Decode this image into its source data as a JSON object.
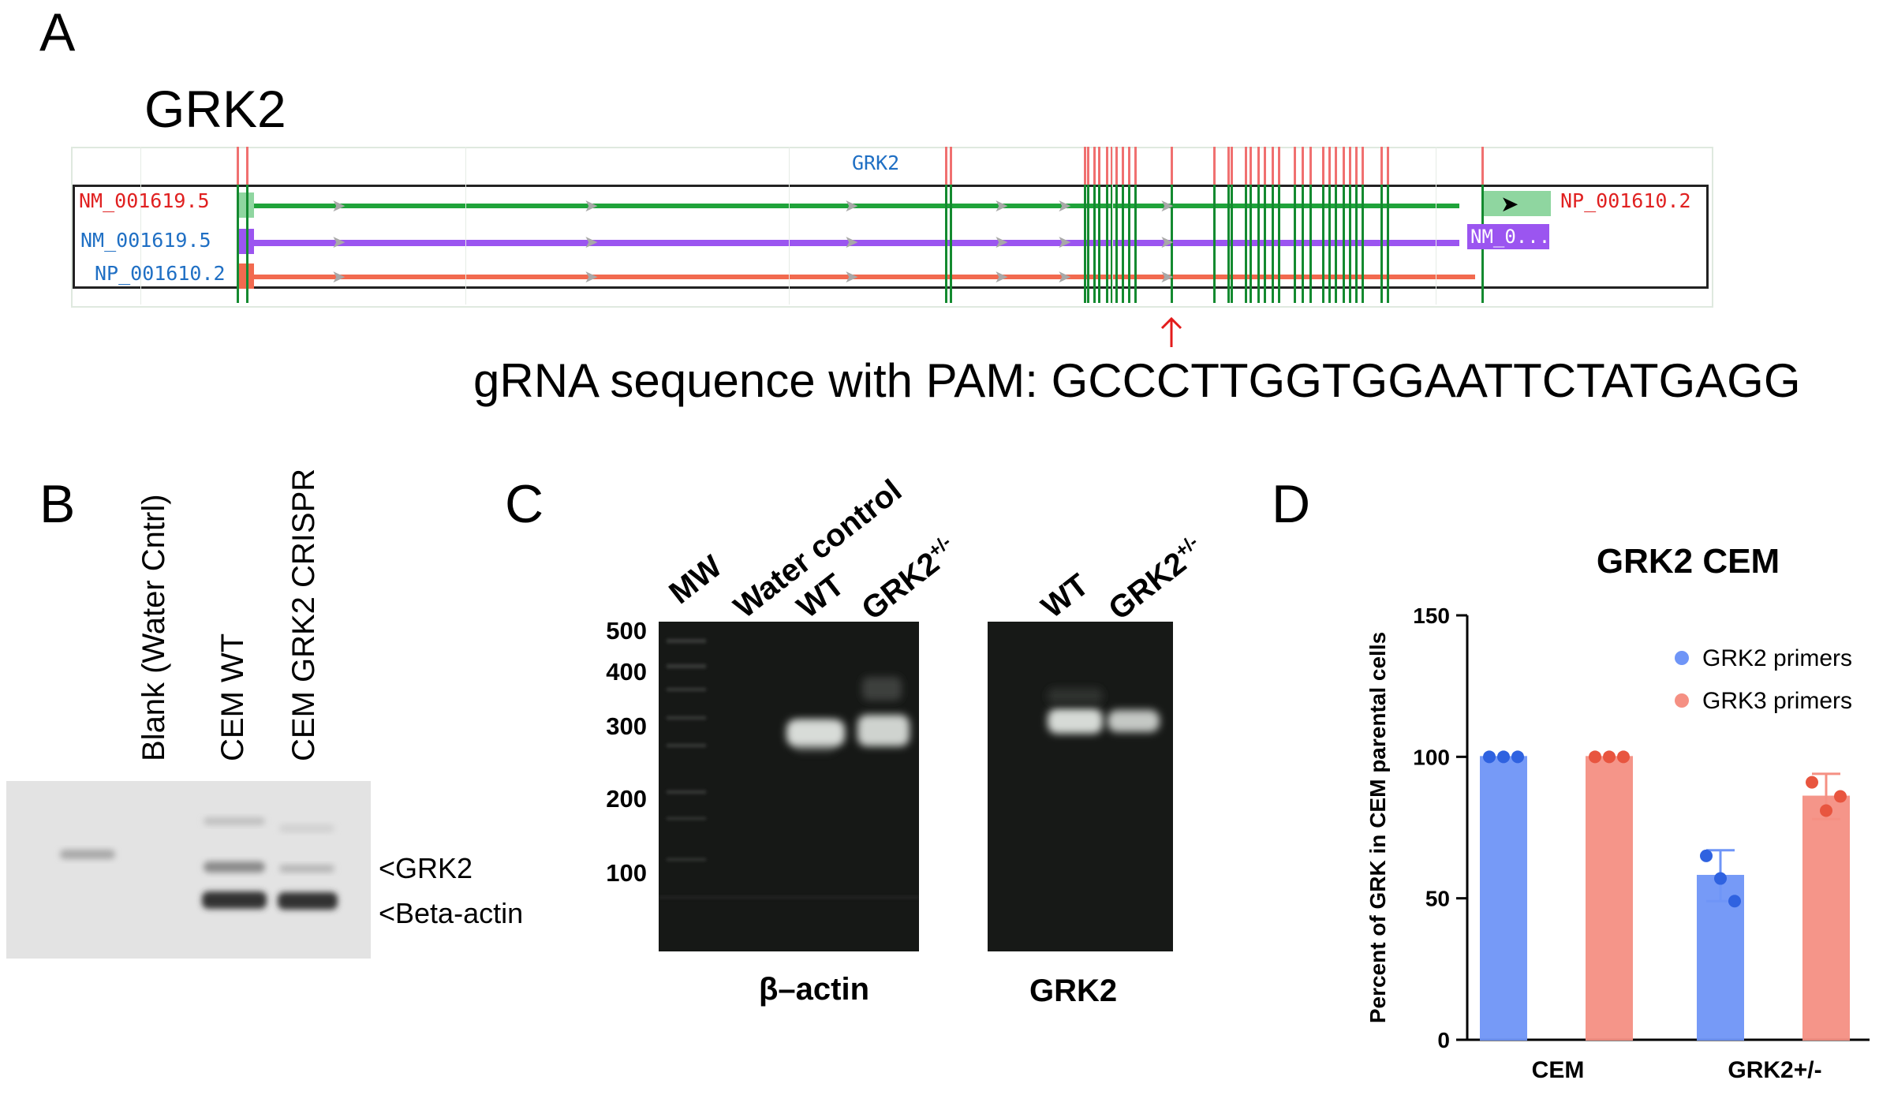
{
  "panel_a": {
    "letter": "A",
    "gene_title": "GRK2",
    "track_header": "GRK2",
    "tracks": [
      {
        "label": "NM_001619.5",
        "label_color": "#e02020",
        "line_color": "#1fa33a"
      },
      {
        "label": "NM_001619.5",
        "label_color": "#1f6fc4",
        "line_color": "#9b55f0"
      },
      {
        "label": "NP_001610.2",
        "label_color": "#1f6fc4",
        "line_color": "#f26a4f"
      }
    ],
    "right_label": "NP_001610.2",
    "right_label_color": "#e02020",
    "end_box_label": "NM_0...",
    "grna_text": "gRNA sequence with PAM: GCCCTTGGTGGAATTCTATGAGG"
  },
  "panel_b": {
    "letter": "B",
    "lanes": [
      "Blank (Water Cntrl)",
      "CEM WT",
      "CEM GRK2 CRISPR"
    ],
    "bands": [
      "<GRK2",
      "<Beta-actin"
    ]
  },
  "panel_c": {
    "letter": "C",
    "lanes_left": [
      "MW",
      "Water control",
      "WT",
      "GRK2"
    ],
    "lanes_left_sup": "+/-",
    "lanes_right": [
      "WT",
      "GRK2"
    ],
    "lanes_right_sup": "+/-",
    "mw_markers": [
      "500",
      "400",
      "300",
      "200",
      "100"
    ],
    "gel_labels": [
      "β–actin",
      "GRK2"
    ]
  },
  "panel_d": {
    "letter": "D",
    "colors": {
      "grk2": "#6f95f7",
      "grk3": "#f59083",
      "grk2_dot": "#2f62e0",
      "grk3_dot": "#e8553f"
    }
  },
  "chart_data": {
    "type": "bar",
    "title": "GRK2 CEM",
    "ylabel": "Percent of GRK in CEM parental cells",
    "xlabel": "",
    "categories": [
      "CEM",
      "GRK2+/-"
    ],
    "ylim": [
      0,
      150
    ],
    "yticks": [
      "0",
      "50",
      "100",
      "150"
    ],
    "legend": "top-right",
    "series": [
      {
        "name": "GRK2 primers",
        "values": [
          100,
          58
        ],
        "errors": [
          0,
          9
        ],
        "points": [
          [
            100,
            100,
            100
          ],
          [
            65,
            57,
            49
          ]
        ]
      },
      {
        "name": "GRK3 primers",
        "values": [
          100,
          86
        ],
        "errors": [
          0,
          8
        ],
        "points": [
          [
            100,
            100,
            100
          ],
          [
            91,
            81,
            86
          ]
        ]
      }
    ]
  }
}
